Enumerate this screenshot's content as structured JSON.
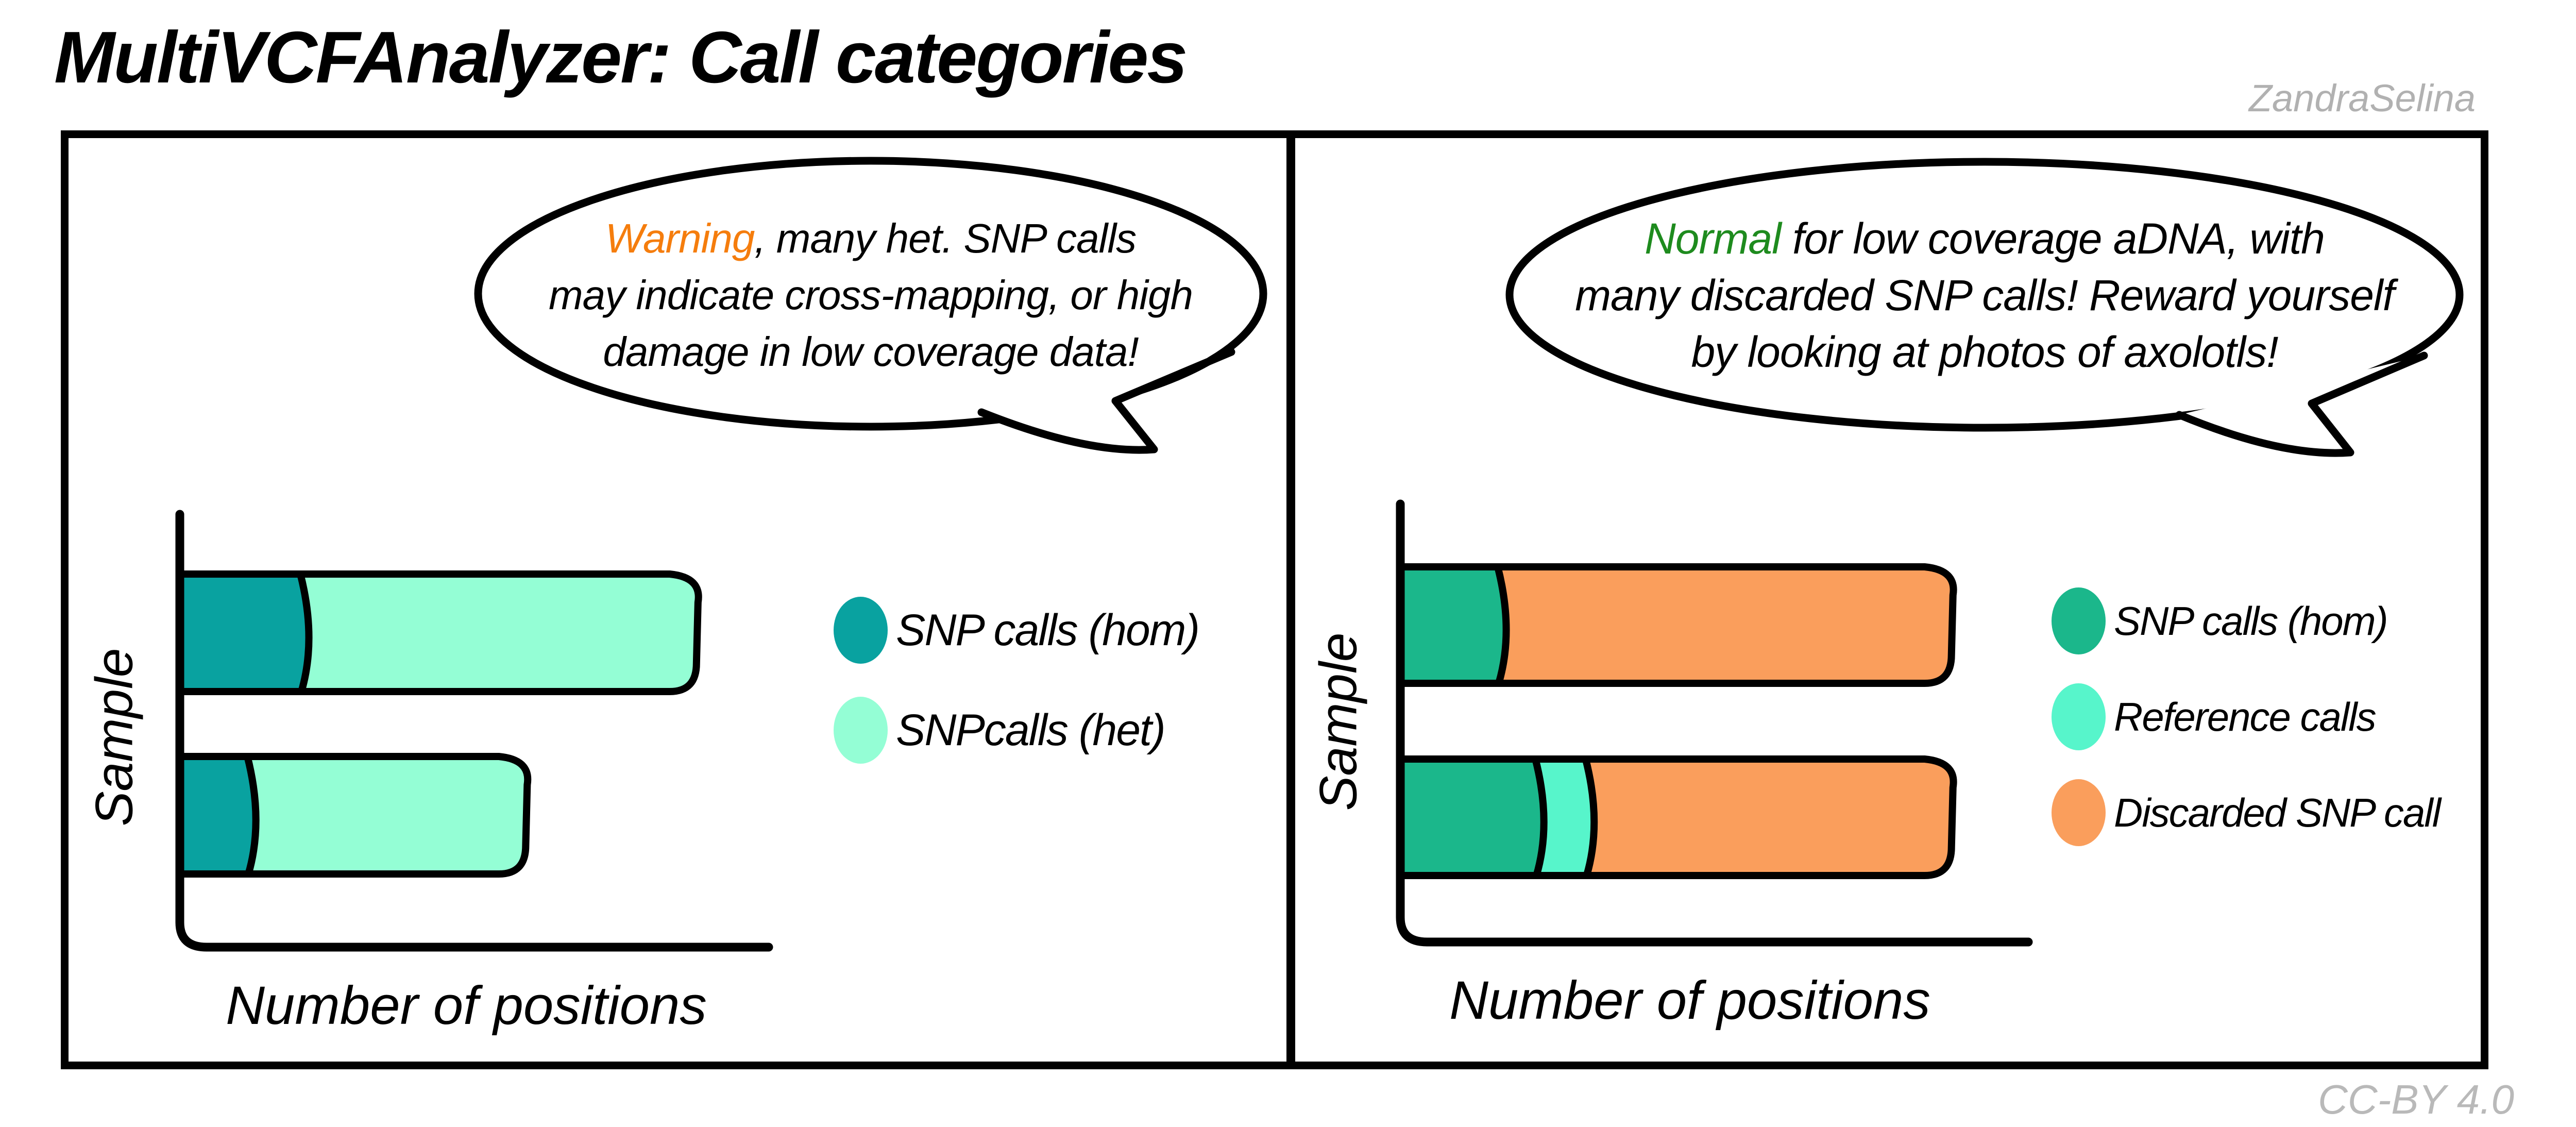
{
  "title": "MultiVCFAnalyzer: Call categories",
  "credit": "ZandraSelina",
  "license": "CC-BY 4.0",
  "ink": {
    "outline": "#000000",
    "muted_gray": "#b1b1b1",
    "warning_orange": "#f57d0d",
    "normal_green": "#1e8b1e",
    "teal_hom_left": "#09a2a0",
    "mint_het_left": "#94fed5",
    "green_hom_right": "#1bb78b",
    "turquoise_reference": "#57f5cb",
    "orange_discarded": "#fa9e5c"
  },
  "panels": [
    {
      "bubble": {
        "highlight": "Warning",
        "highlight_color": "#f57d0d",
        "line1_rest": ", many het. SNP calls",
        "line2": "may indicate cross-mapping, or high",
        "line3": "damage in low coverage data!"
      },
      "legend": [
        {
          "label": "SNP calls (hom)",
          "color": "#09a2a0"
        },
        {
          "label": "SNPcalls (het)",
          "color": "#94fed5"
        }
      ],
      "xlabel": "Number of positions",
      "ylabel": "Sample"
    },
    {
      "bubble": {
        "highlight": "Normal",
        "highlight_color": "#1e8b1e",
        "line1_rest": " for low coverage aDNA, with",
        "line2": "many discarded SNP calls! Reward yourself",
        "line3": "by looking at photos of axolotls!"
      },
      "legend": [
        {
          "label": "SNP calls (hom)",
          "color": "#1bb78b"
        },
        {
          "label": "Reference calls",
          "color": "#57f5cb"
        },
        {
          "label": "Discarded SNP call",
          "color": "#fa9e5c"
        }
      ],
      "xlabel": "Number of positions",
      "ylabel": "Sample"
    }
  ],
  "chart_data": [
    {
      "type": "bar",
      "orientation": "horizontal",
      "stacked": true,
      "title": "",
      "xlabel": "Number of positions",
      "ylabel": "Sample",
      "categories": [
        "",
        ""
      ],
      "units": "percent of x-axis length (no numeric ticks shown)",
      "xlim": [
        0,
        100
      ],
      "grid": false,
      "legend_position": "right",
      "series": [
        {
          "name": "SNP calls (hom)",
          "color": "#09a2a0",
          "values": [
            21,
            12
          ]
        },
        {
          "name": "SNPcalls (het)",
          "color": "#94fed5",
          "values": [
            67,
            47
          ]
        }
      ]
    },
    {
      "type": "bar",
      "orientation": "horizontal",
      "stacked": true,
      "title": "",
      "xlabel": "Number of positions",
      "ylabel": "Sample",
      "categories": [
        "",
        ""
      ],
      "units": "percent of x-axis length (no numeric ticks shown)",
      "xlim": [
        0,
        100
      ],
      "grid": false,
      "legend_position": "right",
      "series": [
        {
          "name": "SNP calls (hom)",
          "color": "#1bb78b",
          "values": [
            16,
            22
          ]
        },
        {
          "name": "Reference calls",
          "color": "#57f5cb",
          "values": [
            0,
            8
          ]
        },
        {
          "name": "Discarded SNP call",
          "color": "#fa9e5c",
          "values": [
            72,
            58
          ]
        }
      ]
    }
  ]
}
